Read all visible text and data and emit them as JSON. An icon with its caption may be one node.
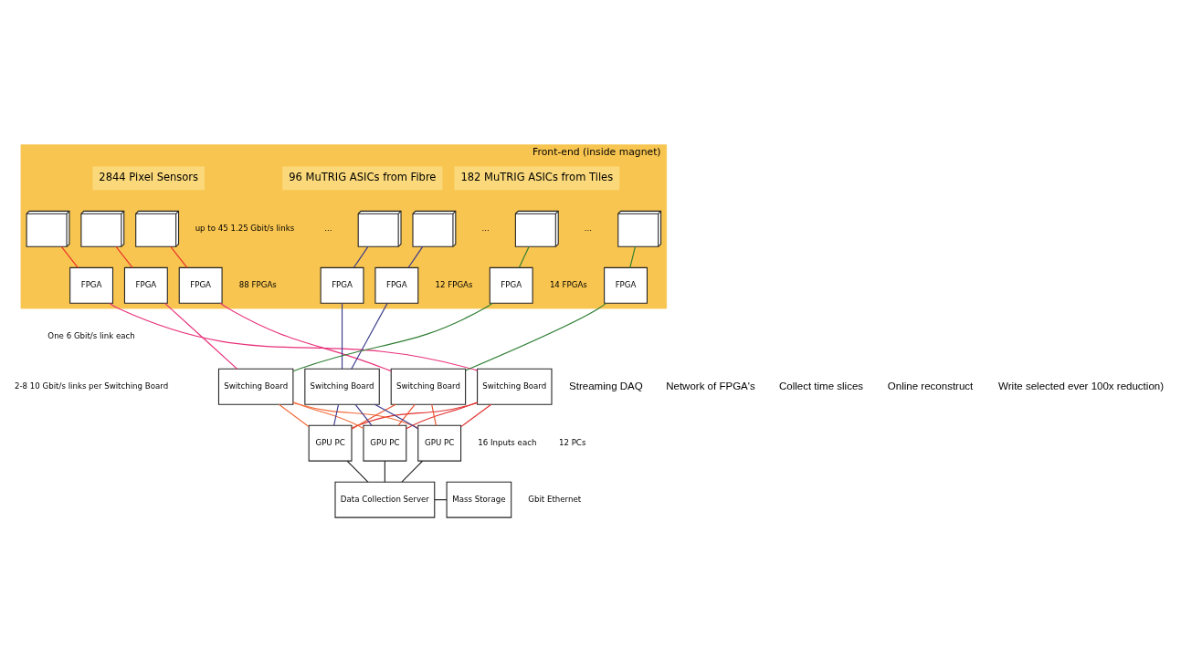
{
  "diagram": {
    "nodes": [
      {
        "text": [
          "Front-end (inside magnet)"
        ]
      },
      {
        "text": [],
        "shape": "box",
        "in": 0
      },
      {
        "text": [],
        "shape": "box",
        "in": 0
      },
      {
        "text": [],
        "shape": "box",
        "in": 0
      },
      {
        "text": [],
        "shape": "box",
        "in": 0
      },
      {
        "text": [],
        "shape": "box",
        "in": 0
      },
      {
        "text": [],
        "shape": "box",
        "in": 0
      },
      {
        "text": [],
        "shape": "box",
        "in": 0
      },
      {
        "text": [
          "FPGA"
        ],
        "in": 0
      },
      {
        "text": [
          "FPGA"
        ],
        "in": 0
      },
      {
        "text": [
          "FPGA"
        ],
        "in": 0
      },
      {
        "text": [
          "FPGA"
        ],
        "in": 0
      },
      {
        "text": [
          "FPGA"
        ],
        "in": 0
      },
      {
        "text": [
          "FPGA"
        ],
        "in": 0
      },
      {
        "text": [
          "FPGA"
        ],
        "in": 0
      },
      {
        "text": [
          "Switching Board"
        ]
      },
      {
        "text": [
          "Switching Board"
        ]
      },
      {
        "text": [
          "Switching Board"
        ]
      },
      {
        "text": [
          "Switching Board"
        ]
      },
      {
        "text": [
          "GPU PC"
        ]
      },
      {
        "text": [
          "GPU PC"
        ]
      },
      {
        "text": [
          "GPU PC"
        ]
      },
      {
        "text": [
          "Data Collection Server"
        ]
      },
      {
        "text": [
          "Mass Storage"
        ]
      }
    ],
    "edges": [
      {
        "from": 1,
        "to": 8,
        "arrow": "none",
        "color": "#e8302a"
      },
      {
        "from": 2,
        "to": 9,
        "arrow": "none",
        "color": "#e8302a"
      },
      {
        "from": 3,
        "to": 10,
        "arrow": "none",
        "color": "#e8302a"
      },
      {
        "from": 4,
        "to": 11,
        "arrow": "none",
        "color": "#3a3a8c"
      },
      {
        "from": 5,
        "to": 12,
        "arrow": "none",
        "color": "#3a3a8c"
      },
      {
        "from": 6,
        "to": 13,
        "arrow": "none",
        "color": "#2e7d32"
      },
      {
        "from": 7,
        "to": 14,
        "arrow": "none",
        "color": "#2e7d32"
      },
      {
        "from": 8,
        "to": 15,
        "arrow": "none",
        "color": "#e8307a"
      },
      {
        "from": 9,
        "to": 16,
        "arrow": "none",
        "color": "#e8307a"
      },
      {
        "from": 10,
        "to": 17,
        "arrow": "none",
        "color": "#e8307a"
      },
      {
        "from": 11,
        "to": 18,
        "arrow": "none",
        "color": "#3a3a8c"
      },
      {
        "from": 12,
        "to": 18,
        "arrow": "none",
        "color": "#3a3a8c"
      },
      {
        "from": 13,
        "to": 16,
        "arrow": "none",
        "color": "#2e7d32"
      },
      {
        "from": 14,
        "to": 17,
        "arrow": "none",
        "color": "#2e7d32"
      },
      {
        "from": 15,
        "to": 19,
        "arrow": "none",
        "color": "#e03030"
      },
      {
        "from": 15,
        "to": 20,
        "arrow": "none",
        "color": "#e03030"
      },
      {
        "from": 15,
        "to": 21,
        "arrow": "none",
        "color": "#e03030"
      },
      {
        "from": 16,
        "to": 19,
        "arrow": "none",
        "color": "#f26b3a"
      },
      {
        "from": 16,
        "to": 20,
        "arrow": "none",
        "color": "#f26b3a"
      },
      {
        "from": 16,
        "to": 21,
        "arrow": "none",
        "color": "#f26b3a"
      },
      {
        "from": 17,
        "to": 19,
        "arrow": "none",
        "color": "#e8502a"
      },
      {
        "from": 17,
        "to": 20,
        "arrow": "none",
        "color": "#e8502a"
      },
      {
        "from": 17,
        "to": 21,
        "arrow": "none",
        "color": "#e8502a"
      },
      {
        "from": 18,
        "to": 19,
        "arrow": "none",
        "color": "#3a3a8c"
      },
      {
        "from": 18,
        "to": 20,
        "arrow": "none",
        "color": "#3a3a8c"
      },
      {
        "from": 18,
        "to": 21,
        "arrow": "none",
        "color": "#3a3a8c"
      },
      {
        "from": 19,
        "to": 22,
        "arrow": "none",
        "color": "#222222"
      },
      {
        "from": 20,
        "to": 22,
        "arrow": "none",
        "color": "#222222"
      },
      {
        "from": 21,
        "to": 22,
        "arrow": "none",
        "color": "#222222"
      },
      {
        "from": 22,
        "to": 23,
        "arrow": "none",
        "color": "#222222"
      }
    ],
    "labels": [
      "2844 Pixel Sensors",
      "96 MuTRIG ASICs from Fibre",
      "182 MuTRIG ASICs from Tiles",
      "up to 45 1.25 Gbit/s links",
      "...",
      "...",
      "...",
      "88 FPGAs",
      "12 FPGAs",
      "14 FPGAs",
      "One 6 Gbit/s link each",
      "2-8 10 Gbit/s links per Switching Board",
      "16 Inputs each",
      "12 PCs",
      "Gbit Ethernet",
      "Streaming DAQ",
      "Network of FPGA's",
      "Collect time slices",
      "Online reconstruct",
      "Write selected ever 100x reduction)"
    ]
  }
}
